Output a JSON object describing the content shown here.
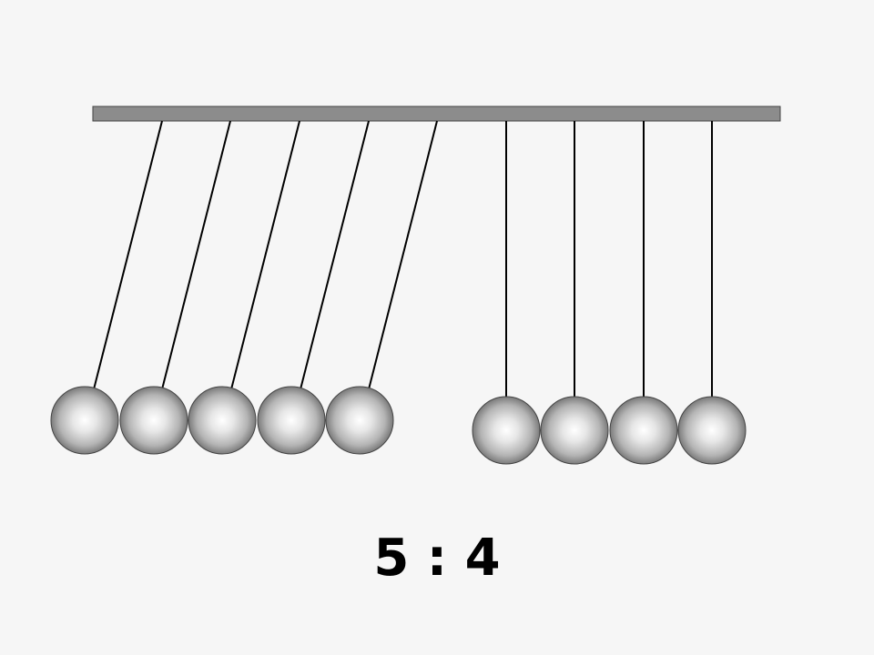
{
  "ratio": {
    "left": "5",
    "separator": ":",
    "right": "4",
    "text": "5 : 4"
  },
  "cradle": {
    "swung_ball_count": 5,
    "resting_ball_count": 4
  },
  "colors": {
    "background": "#f6f6f6",
    "frame_bar": "#8c8c8c",
    "string": "#000000",
    "ball_highlight": "#ffffff",
    "ball_shadow": "#7a7a7a",
    "text": "#000000"
  }
}
